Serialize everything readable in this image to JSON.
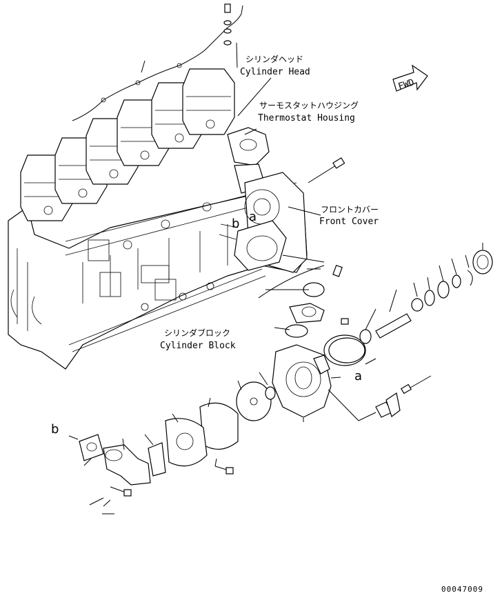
{
  "labels": {
    "cylinder_head_jp": "シリンダヘッド",
    "cylinder_head_en": "Cylinder Head",
    "thermostat_housing_jp": "サーモスタットハウジング",
    "thermostat_housing_en": "Thermostat Housing",
    "front_cover_jp": "フロントカバー",
    "front_cover_en": "Front Cover",
    "cylinder_block_jp": "シリンダブロック",
    "cylinder_block_en": "Cylinder Block",
    "fwd": "FWD"
  },
  "refs": {
    "a_main": "a",
    "b_main": "b",
    "a_housing": "a",
    "b_outlet": "b"
  },
  "drawing_code": "00047009"
}
